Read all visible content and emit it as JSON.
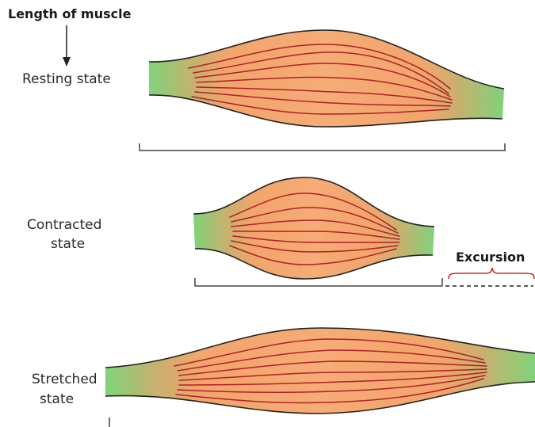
{
  "title": "Length of muscle",
  "labels": {
    "resting": "Resting state",
    "contracted_line1": "Contracted",
    "contracted_line2": "state",
    "stretched_line1": "Stretched",
    "stretched_line2": "state",
    "excursion": "Excursion"
  },
  "colors": {
    "tendon": "#7fd37a",
    "belly": "#f4a86b",
    "fiber": "#b0202a",
    "outline": "#222222",
    "excursion_brace": "#d62828"
  }
}
